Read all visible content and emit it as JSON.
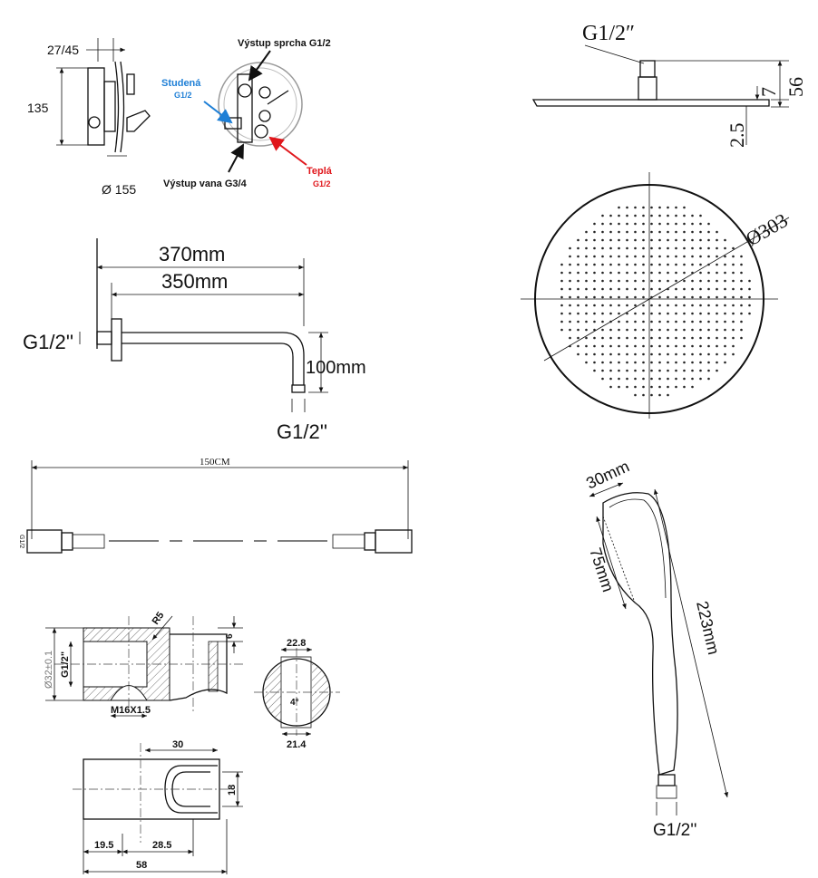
{
  "mixer": {
    "depth_label": "27/45",
    "height_label": "135",
    "diameter_label": "Ø 155",
    "shower_outlet": "Výstup sprcha G1/2",
    "cold_label": "Studená",
    "cold_thread": "G1/2",
    "tub_outlet": "Výstup vana G3/4",
    "hot_label": "Teplá",
    "hot_thread": "G1/2",
    "colors": {
      "cold": "#1e7fd6",
      "hot": "#e0161b"
    }
  },
  "arm": {
    "total_length": "370mm",
    "arm_length": "350mm",
    "wall_thread": "G1/2''",
    "drop": "100mm",
    "outlet_thread": "G1/2''"
  },
  "hose": {
    "length": "150CM",
    "thread": "G1/2"
  },
  "holder": {
    "radius": "R5",
    "thickness": "6",
    "outer_diameter": "Ø32±0.1",
    "thread": "G1/2\"",
    "bottom_thread": "M16X1.5",
    "top_width": "22.8",
    "angle": "4°",
    "bottom_width": "21.4",
    "plan_width": "30",
    "plan_height": "18",
    "offset_1": "19.5",
    "offset_2": "28.5",
    "total_width": "58"
  },
  "head": {
    "thread": "G1/2″",
    "height": "56",
    "plate_thickness": "7",
    "edge": "2.5",
    "diameter": "Ø303"
  },
  "hand_shower": {
    "head_width": "30mm",
    "face_length": "75mm",
    "total_length": "223mm",
    "thread": "G1/2''"
  }
}
